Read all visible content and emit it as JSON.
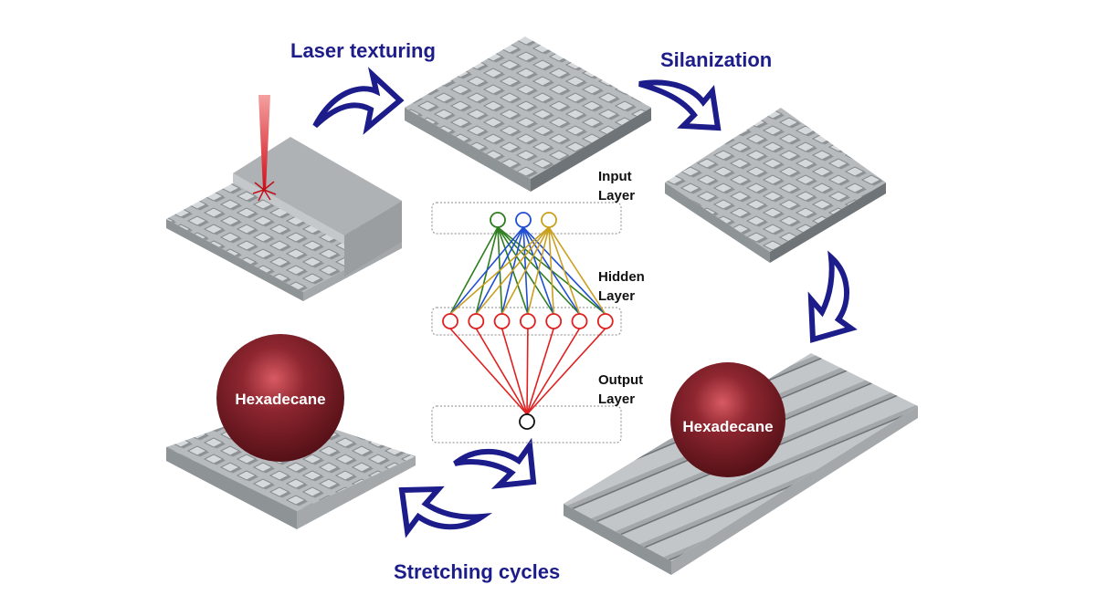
{
  "steps": {
    "laser_texturing": "Laser texturing",
    "silanization": "Silanization",
    "stretching_cycles": "Stretching cycles"
  },
  "droplets": [
    {
      "label": "Hexadecane"
    },
    {
      "label": "Hexadecane"
    }
  ],
  "neural_network": {
    "input_layer_line1": "Input",
    "input_layer_line2": "Layer",
    "hidden_layer_line1": "Hidden",
    "hidden_layer_line2": "Layer",
    "output_layer_line1": "Output",
    "output_layer_line2": "Layer",
    "input_nodes": 3,
    "hidden_nodes": 7,
    "output_nodes": 1,
    "input_colors": [
      "#2e7d1e",
      "#1f4fd1",
      "#c9a020"
    ],
    "hidden_color": "#e02020",
    "output_color": "#111111"
  },
  "colors": {
    "arrow": "#1c1c8a",
    "sphere": "#8a1f28",
    "surface": "#b9bdc0",
    "laser": "#e0202a"
  }
}
